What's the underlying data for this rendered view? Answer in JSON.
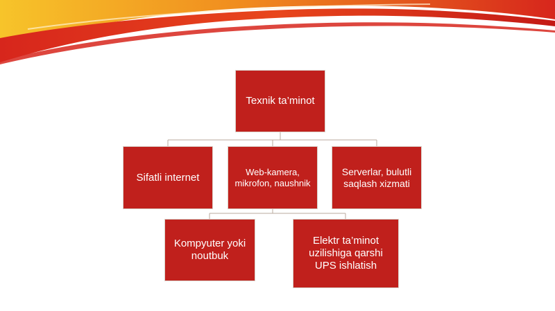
{
  "diagram": {
    "root": {
      "label": "Texnik ta’minot"
    },
    "children": [
      {
        "label": "Sifatli internet"
      },
      {
        "label": "Web-kamera, mikrofon, naushnik"
      },
      {
        "label": "Serverlar, bulutli saqlash xizmati"
      },
      {
        "label": "Kompyuter yoki noutbuk"
      },
      {
        "label": "Elektr ta’minot uzilishiga qarshi UPS ishlatish"
      }
    ]
  },
  "colors": {
    "box_fill": "#c0201c",
    "box_text": "#ffffff",
    "connector": "#b8a89c",
    "swoosh_red": "#d7261c",
    "swoosh_orange": "#f08a1e",
    "swoosh_yellow": "#f7c42a"
  }
}
